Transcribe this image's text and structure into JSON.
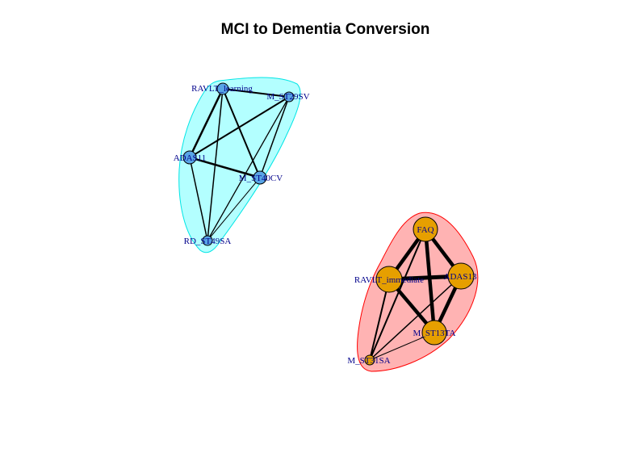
{
  "title": "MCI to Dementia Conversion",
  "groups": [
    {
      "id": "group-1",
      "hull_fill": "#b3ffff",
      "hull_stroke": "#00e5e5",
      "node_fill": "#58a5e6",
      "nodes": [
        {
          "id": "n1",
          "label": "RAVLT_learning"
        },
        {
          "id": "n2",
          "label": "M_ST29SV"
        },
        {
          "id": "n3",
          "label": "ADAS11"
        },
        {
          "id": "n4",
          "label": "M_ST40CV"
        },
        {
          "id": "n5",
          "label": "RD_ST49SA"
        }
      ],
      "edges": [
        {
          "from": "n1",
          "to": "n2",
          "weight": 2
        },
        {
          "from": "n1",
          "to": "n3",
          "weight": 2.5
        },
        {
          "from": "n1",
          "to": "n4",
          "weight": 2
        },
        {
          "from": "n1",
          "to": "n5",
          "weight": 1.5
        },
        {
          "from": "n2",
          "to": "n3",
          "weight": 2
        },
        {
          "from": "n2",
          "to": "n4",
          "weight": 1.5
        },
        {
          "from": "n2",
          "to": "n5",
          "weight": 1.3
        },
        {
          "from": "n3",
          "to": "n4",
          "weight": 2.5
        },
        {
          "from": "n3",
          "to": "n5",
          "weight": 1.5
        },
        {
          "from": "n4",
          "to": "n5",
          "weight": 1
        }
      ]
    },
    {
      "id": "group-2",
      "hull_fill": "#ffb3b3",
      "hull_stroke": "#ff0000",
      "node_fill": "#e69f00",
      "nodes": [
        {
          "id": "m1",
          "label": "FAQ"
        },
        {
          "id": "m2",
          "label": "RAVLT_immediate"
        },
        {
          "id": "m3",
          "label": "ADAS13"
        },
        {
          "id": "m4",
          "label": "M_ST13TA"
        },
        {
          "id": "m5",
          "label": "M_ST31SA"
        }
      ],
      "edges": [
        {
          "from": "m1",
          "to": "m2",
          "weight": 4.5
        },
        {
          "from": "m1",
          "to": "m3",
          "weight": 4.5
        },
        {
          "from": "m1",
          "to": "m4",
          "weight": 4.5
        },
        {
          "from": "m1",
          "to": "m5",
          "weight": 2
        },
        {
          "from": "m2",
          "to": "m3",
          "weight": 5
        },
        {
          "from": "m2",
          "to": "m4",
          "weight": 4.5
        },
        {
          "from": "m2",
          "to": "m5",
          "weight": 2
        },
        {
          "from": "m3",
          "to": "m4",
          "weight": 4.5
        },
        {
          "from": "m3",
          "to": "m5",
          "weight": 1.5
        },
        {
          "from": "m4",
          "to": "m5",
          "weight": 1
        }
      ]
    }
  ],
  "colors": {
    "edge": "#000000",
    "label": "#00008b",
    "node_stroke": "#000000"
  }
}
